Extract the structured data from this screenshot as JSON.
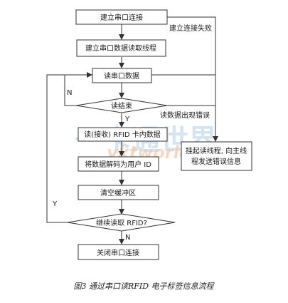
{
  "flowchart": {
    "nodes": {
      "open_connection": "建立串口连接",
      "create_thread": "建立串口数据读取线程",
      "read_data": "读串口数据",
      "read_end": "读结束",
      "read_card": "读(接收) RFID 卡内数据",
      "decode": "将数据解码为用户 ID",
      "clear_buffer": "清空缓冲区",
      "continue_read": "继续读取 RFID?",
      "close_connection": "关闭串口连接",
      "error_line1": "挂起读线程, 向主线",
      "error_line2": "程发送错误信息"
    },
    "edges": {
      "connect_failed": "建立连接失败",
      "read_error": "读数据出现错误",
      "n_label_1": "N",
      "y_label_1": "Y",
      "y_label_2": "Y",
      "n_label_2": "N"
    }
  },
  "watermark": {
    "main": "一卡通世界",
    "sub": "yktworld.com"
  },
  "caption": "图3 通过串口读RFID 电子标签信息流程"
}
